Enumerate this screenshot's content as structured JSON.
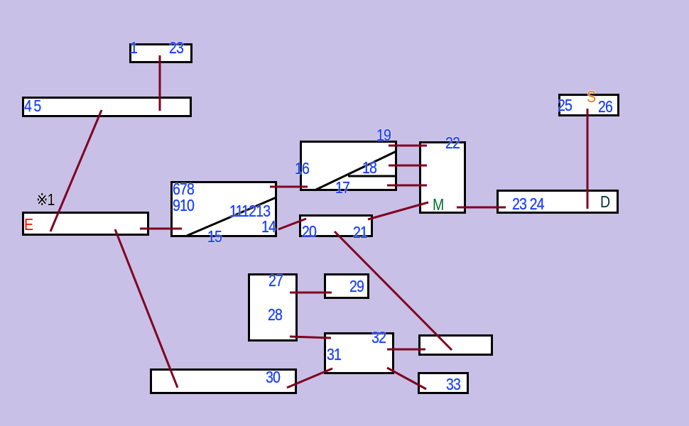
{
  "labels": {
    "n1": "1",
    "n23": "23",
    "n45": "45",
    "note": "※1",
    "e": "E",
    "n678": "678",
    "n910": "910",
    "n111213": "111213",
    "n14": "14",
    "n15": "15",
    "n16": "16",
    "n17": "17",
    "n18": "18",
    "n19": "19",
    "n20": "20",
    "n21": "21",
    "n22": "22",
    "m": "M",
    "n2324": "23 24",
    "d": "D",
    "n25": "25",
    "s": "S",
    "n26": "26",
    "n27": "27",
    "n28": "28",
    "n29": "29",
    "n30": "30",
    "n31": "31",
    "n32": "32",
    "n33": "33"
  },
  "colors": {
    "background": "#c8c0e6",
    "line": "#800020",
    "number": "#1a40ff",
    "e": "#ff0000",
    "s": "#ff7700",
    "m": "#007030",
    "d": "#003030"
  }
}
